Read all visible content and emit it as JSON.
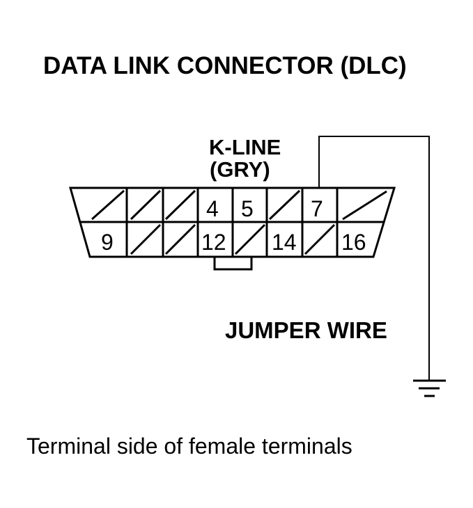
{
  "title": "DATA LINK CONNECTOR (DLC)",
  "kline_label_1": "K-LINE",
  "kline_label_2": "(GRY)",
  "jumper_label": "JUMPER WIRE",
  "caption": "Terminal side of female terminals",
  "connector": {
    "top_row": [
      {
        "pin": 1,
        "label": "",
        "unused": true
      },
      {
        "pin": 2,
        "label": "",
        "unused": true
      },
      {
        "pin": 3,
        "label": "",
        "unused": true
      },
      {
        "pin": 4,
        "label": "4",
        "unused": false
      },
      {
        "pin": 5,
        "label": "5",
        "unused": false
      },
      {
        "pin": 6,
        "label": "",
        "unused": true
      },
      {
        "pin": 7,
        "label": "7",
        "unused": false
      },
      {
        "pin": 8,
        "label": "",
        "unused": true
      }
    ],
    "bottom_row": [
      {
        "pin": 9,
        "label": "9",
        "unused": false
      },
      {
        "pin": 10,
        "label": "",
        "unused": true
      },
      {
        "pin": 11,
        "label": "",
        "unused": true
      },
      {
        "pin": 12,
        "label": "12",
        "unused": false
      },
      {
        "pin": 13,
        "label": "",
        "unused": true
      },
      {
        "pin": 14,
        "label": "14",
        "unused": false
      },
      {
        "pin": 15,
        "label": "",
        "unused": true
      },
      {
        "pin": 16,
        "label": "16",
        "unused": false
      }
    ]
  }
}
